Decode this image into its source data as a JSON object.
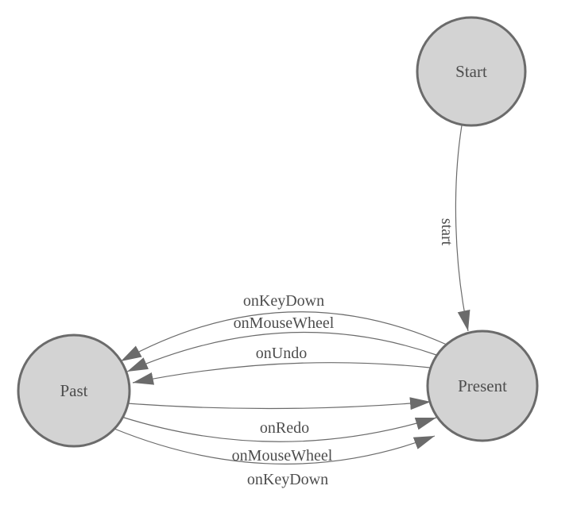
{
  "diagram": {
    "nodes": [
      {
        "id": "start",
        "label": "Start"
      },
      {
        "id": "present",
        "label": "Present"
      },
      {
        "id": "past",
        "label": "Past"
      }
    ],
    "edges": [
      {
        "from": "start",
        "to": "present",
        "label": "start"
      },
      {
        "from": "present",
        "to": "past",
        "label": "onKeyDown"
      },
      {
        "from": "present",
        "to": "past",
        "label": "onMouseWheel"
      },
      {
        "from": "present",
        "to": "past",
        "label": "onUndo"
      },
      {
        "from": "past",
        "to": "present",
        "label": "onRedo"
      },
      {
        "from": "past",
        "to": "present",
        "label": "onMouseWheel"
      },
      {
        "from": "past",
        "to": "present",
        "label": "onKeyDown"
      }
    ],
    "colors": {
      "node_fill": "#d3d3d3",
      "node_stroke": "#6b6b6b",
      "edge_stroke": "#6b6b6b",
      "arrow_fill": "#6b6b6b",
      "label_text": "#4d4d4d",
      "background": "#ffffff"
    }
  }
}
